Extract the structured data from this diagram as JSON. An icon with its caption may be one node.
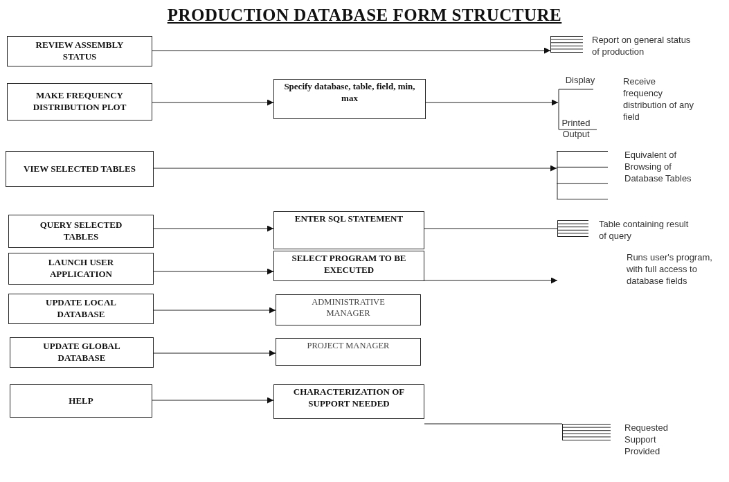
{
  "diagram": {
    "title": "PRODUCTION DATABASE FORM STRUCTURE",
    "nodes": [
      {
        "text": [
          "REVIEW ASSEMBLY STATUS"
        ]
      },
      {
        "text": [],
        "shape": "picture",
        "beside": [
          "Report on general status of production"
        ]
      },
      {
        "text": [
          "MAKE FREQUENCY DISTRIBUTION PLOT"
        ]
      },
      {
        "text": [
          "Specify database, table, field, min, max"
        ]
      },
      {
        "text": [
          "Display",
          "Printed Output"
        ],
        "beside": [
          "Receive frequency distribution of any field"
        ]
      },
      {
        "text": [
          "VIEW SELECTED TABLES"
        ]
      },
      {
        "text": [],
        "shape": "picture",
        "beside": [
          "Equivalent of Browsing of Database Tables"
        ]
      },
      {
        "text": [
          "QUERY SELECTED TABLES"
        ]
      },
      {
        "text": [
          "ENTER SQL STATEMENT"
        ]
      },
      {
        "text": [],
        "shape": "picture",
        "beside": [
          "Table containing result of query"
        ]
      },
      {
        "text": [
          "LAUNCH USER APPLICATION"
        ]
      },
      {
        "text": [
          "SELECT PROGRAM TO BE EXECUTED"
        ]
      },
      {
        "text": [
          "UPDATE LOCAL DATABASE"
        ]
      },
      {
        "text": [
          "ADMINISTRATIVE MANAGER"
        ]
      },
      {
        "text": [
          "UPDATE GLOBAL DATABASE"
        ]
      },
      {
        "text": [
          "PROJECT MANAGER"
        ]
      },
      {
        "text": [
          "HELP"
        ]
      },
      {
        "text": [
          "CHARACTERIZATION OF SUPPORT NEEDED"
        ]
      },
      {
        "text": [],
        "shape": "picture",
        "beside": [
          "Requested Support Provided"
        ]
      }
    ],
    "edges": [
      {
        "from": 0,
        "to": 1,
        "arrow": "to"
      },
      {
        "from": 2,
        "to": 3,
        "arrow": "to"
      },
      {
        "from": 3,
        "to": 4,
        "arrow": "to"
      },
      {
        "from": 5,
        "to": 6,
        "arrow": "to"
      },
      {
        "from": 7,
        "to": 8,
        "arrow": "to"
      },
      {
        "from": 8,
        "to": 9,
        "arrow": "none"
      },
      {
        "from": 10,
        "to": 11,
        "arrow": "to"
      },
      {
        "from": 11,
        "to": null,
        "arrow": "to"
      },
      {
        "from": 12,
        "to": 13,
        "arrow": "to"
      },
      {
        "from": 14,
        "to": 15,
        "arrow": "to"
      },
      {
        "from": 16,
        "to": 17,
        "arrow": "to"
      },
      {
        "from": 17,
        "to": 18,
        "arrow": "none"
      }
    ],
    "labels": [
      "Runs user's program, with full access to database fields"
    ]
  }
}
